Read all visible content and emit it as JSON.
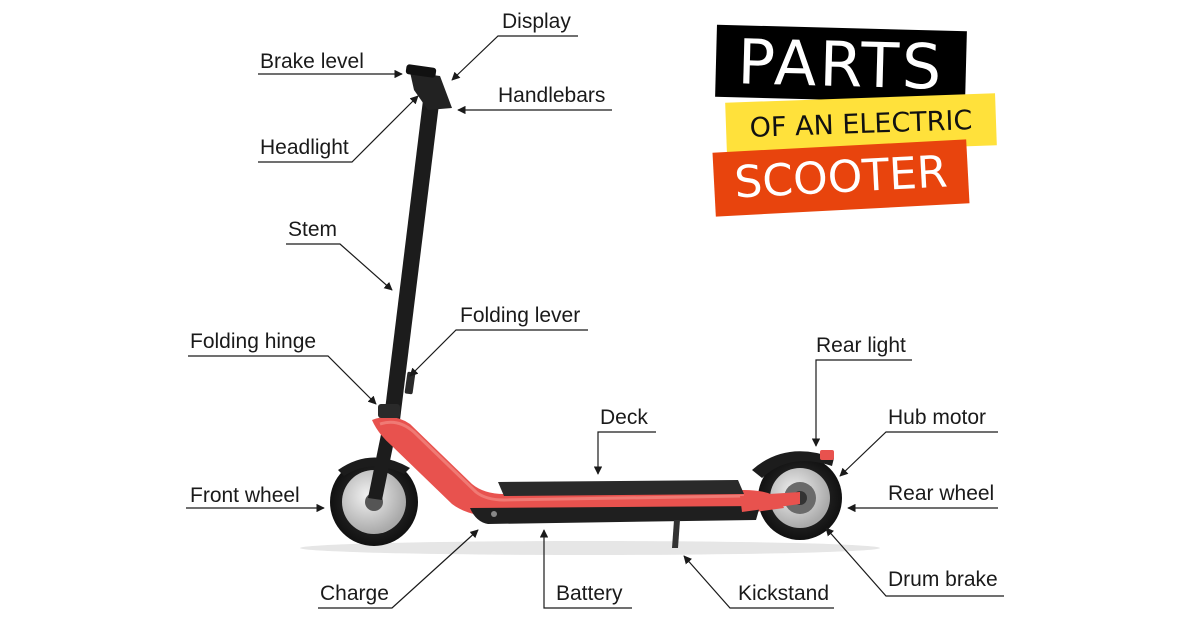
{
  "title": {
    "line1": "PARTS",
    "line2": "OF AN ELECTRIC",
    "line3": "SCOOTER"
  },
  "colors": {
    "deck": "#e8524e",
    "stem": "#1c1c1c",
    "title_black": "#000000",
    "title_yellow": "#ffe13b",
    "title_orange": "#e8440d",
    "leader": "#1a1a1a"
  },
  "labels": {
    "display": "Display",
    "brake_level": "Brake level",
    "handlebars": "Handlebars",
    "headlight": "Headlight",
    "stem": "Stem",
    "folding_lever": "Folding lever",
    "folding_hinge": "Folding hinge",
    "rear_light": "Rear light",
    "deck": "Deck",
    "hub_motor": "Hub motor",
    "front_wheel": "Front wheel",
    "rear_wheel": "Rear wheel",
    "charge": "Charge",
    "battery": "Battery",
    "kickstand": "Kickstand",
    "drum_brake": "Drum brake"
  }
}
